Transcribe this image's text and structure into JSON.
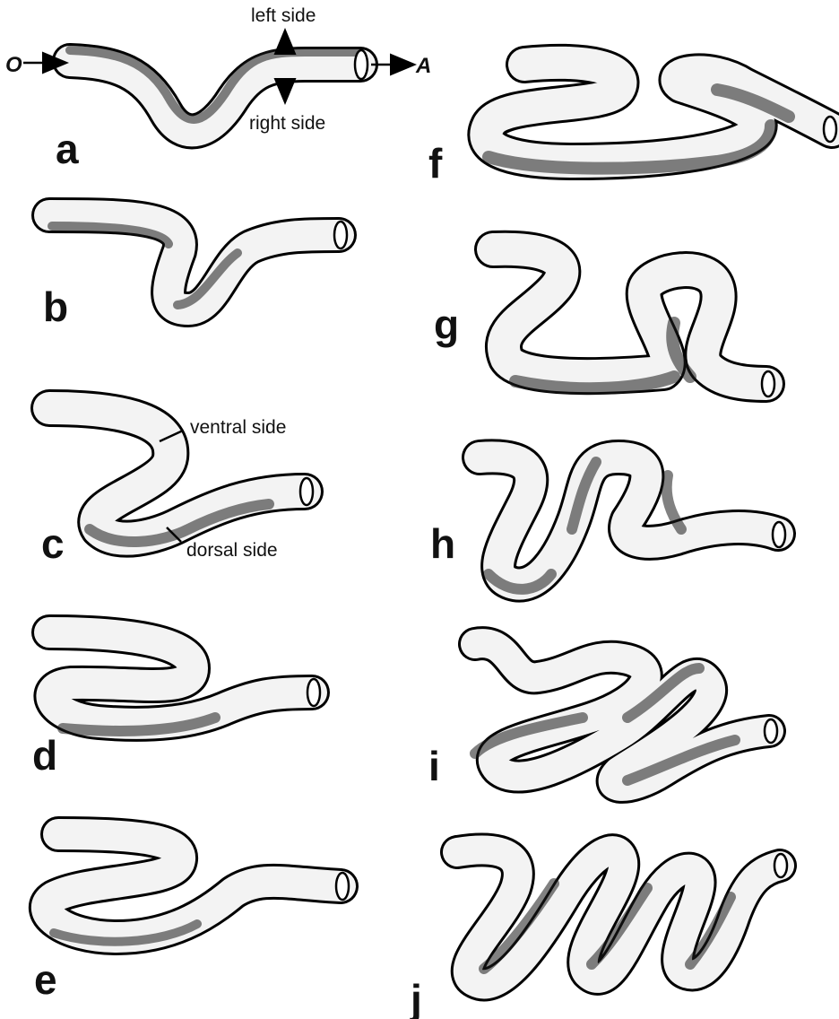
{
  "panels": [
    {
      "id": "a",
      "label": "a"
    },
    {
      "id": "b",
      "label": "b"
    },
    {
      "id": "c",
      "label": "c"
    },
    {
      "id": "d",
      "label": "d"
    },
    {
      "id": "e",
      "label": "e"
    },
    {
      "id": "f",
      "label": "f"
    },
    {
      "id": "g",
      "label": "g"
    },
    {
      "id": "h",
      "label": "h"
    },
    {
      "id": "i",
      "label": "i"
    },
    {
      "id": "j",
      "label": "j"
    }
  ],
  "annotations": {
    "origin": "O",
    "end": "A",
    "left_side": "left side",
    "right_side": "right side",
    "ventral_side": "ventral side",
    "dorsal_side": "dorsal side"
  },
  "colors": {
    "tube_outline": "#000000",
    "tube_fill": "#f3f3f3",
    "shading": "#1a1a1a"
  }
}
